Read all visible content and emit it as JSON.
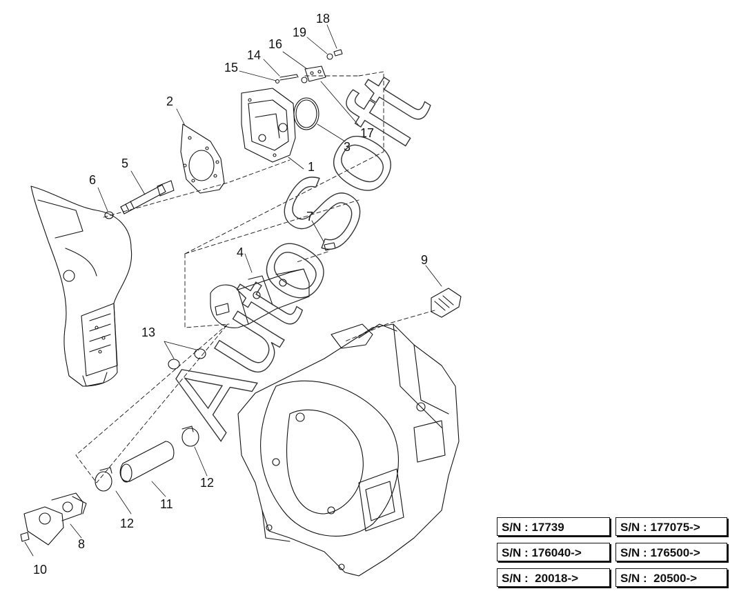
{
  "watermark": "AutoSoft",
  "callouts": [
    {
      "id": "1",
      "text": "1"
    },
    {
      "id": "2",
      "text": "2"
    },
    {
      "id": "3",
      "text": "3"
    },
    {
      "id": "4",
      "text": "4"
    },
    {
      "id": "5",
      "text": "5"
    },
    {
      "id": "6",
      "text": "6"
    },
    {
      "id": "7",
      "text": "7"
    },
    {
      "id": "8",
      "text": "8"
    },
    {
      "id": "9",
      "text": "9"
    },
    {
      "id": "10",
      "text": "10"
    },
    {
      "id": "11",
      "text": "11"
    },
    {
      "id": "12a",
      "text": "12"
    },
    {
      "id": "12b",
      "text": "12"
    },
    {
      "id": "13",
      "text": "13"
    },
    {
      "id": "14",
      "text": "14"
    },
    {
      "id": "15",
      "text": "15"
    },
    {
      "id": "16",
      "text": "16"
    },
    {
      "id": "17",
      "text": "17"
    },
    {
      "id": "18",
      "text": "18"
    },
    {
      "id": "19",
      "text": "19"
    }
  ],
  "serial_numbers": [
    [
      "S/N : 17739",
      "S/N : 177075->"
    ],
    [
      "S/N : 176040->",
      "S/N : 176500->"
    ],
    [
      "S/N :  20018->",
      "S/N :  20500->"
    ]
  ]
}
